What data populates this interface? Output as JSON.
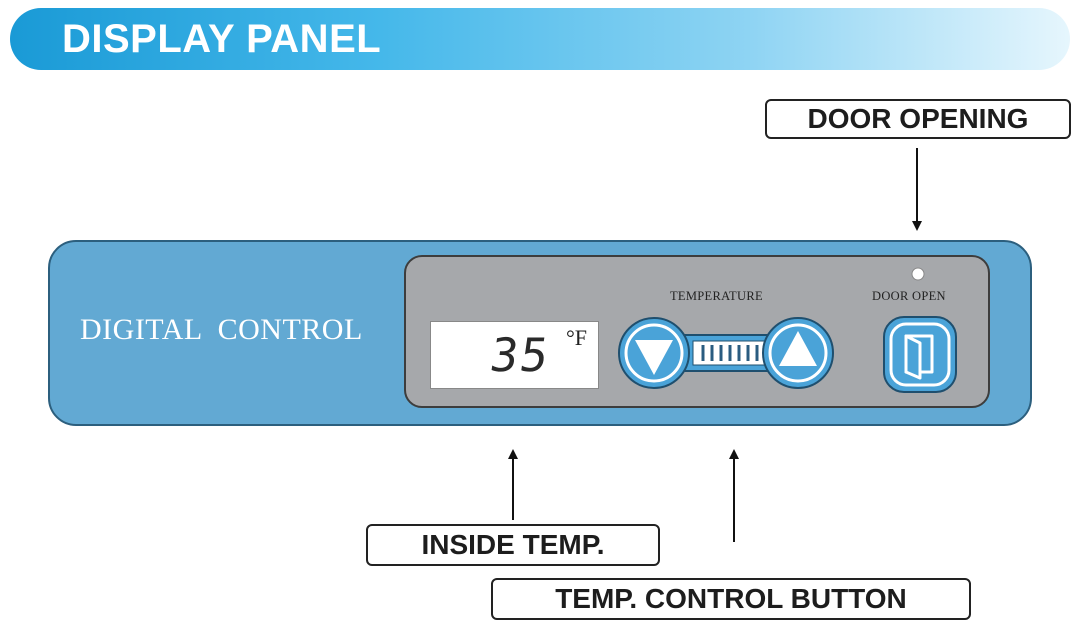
{
  "header": {
    "title": "DISPLAY PANEL"
  },
  "callouts": {
    "door_opening": "DOOR OPENING",
    "inside_temp": "INSIDE TEMP.",
    "temp_control_button": "TEMP. CONTROL BUTTON"
  },
  "panel": {
    "label": "DIGITAL  CONTROL",
    "display": {
      "value": "35",
      "unit": "°F"
    },
    "temperature_label": "TEMPERATURE",
    "door_open_label": "DOOR OPEN"
  },
  "icons": {
    "down": "arrow-down-icon",
    "up": "arrow-up-icon",
    "door": "door-icon",
    "indicator": "led-indicator-icon"
  },
  "colors": {
    "header_start": "#1a9ad6",
    "panel": "#62a9d3",
    "inner_panel": "#a6a8ab",
    "button": "#4aa3d8"
  }
}
